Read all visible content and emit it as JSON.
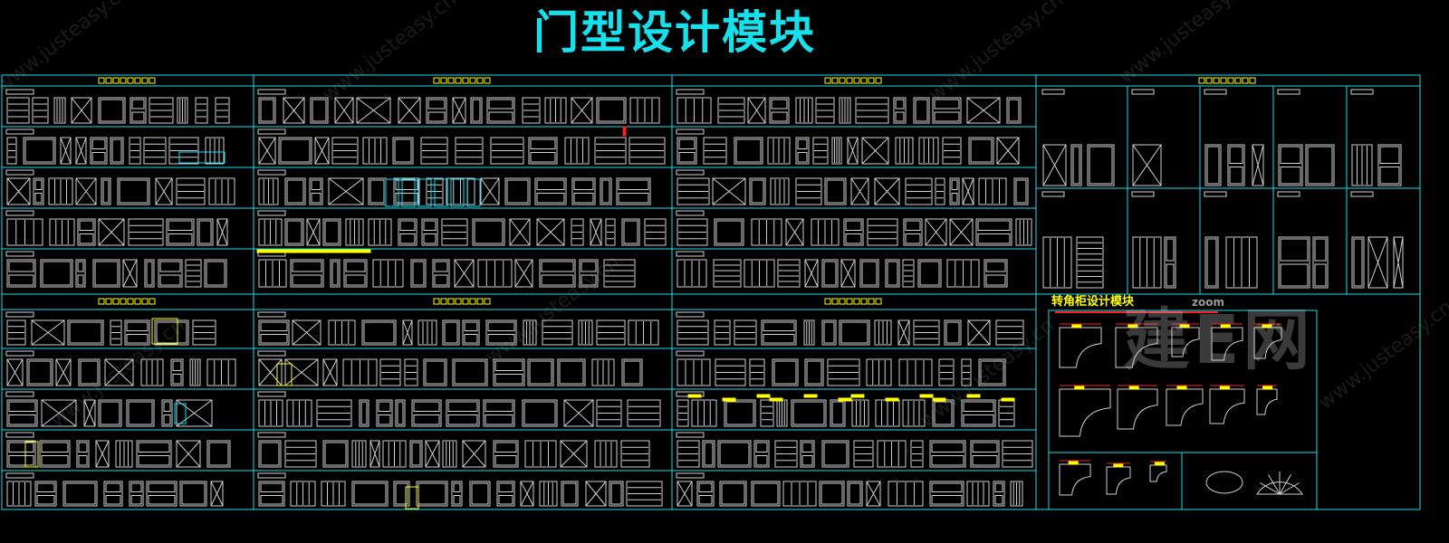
{
  "title": "门型设计模块",
  "corner_title": "转角柜设计模块",
  "brand_mark": "建E网",
  "brand_small": "zoom",
  "watermark": "www.justeasy.cn",
  "colors": {
    "accent": "#16e0ec",
    "line": "#cfcfcf",
    "highlight": "#ffff00",
    "cyan_fill": "#00e5ff",
    "red_dim": "#ff2020"
  }
}
